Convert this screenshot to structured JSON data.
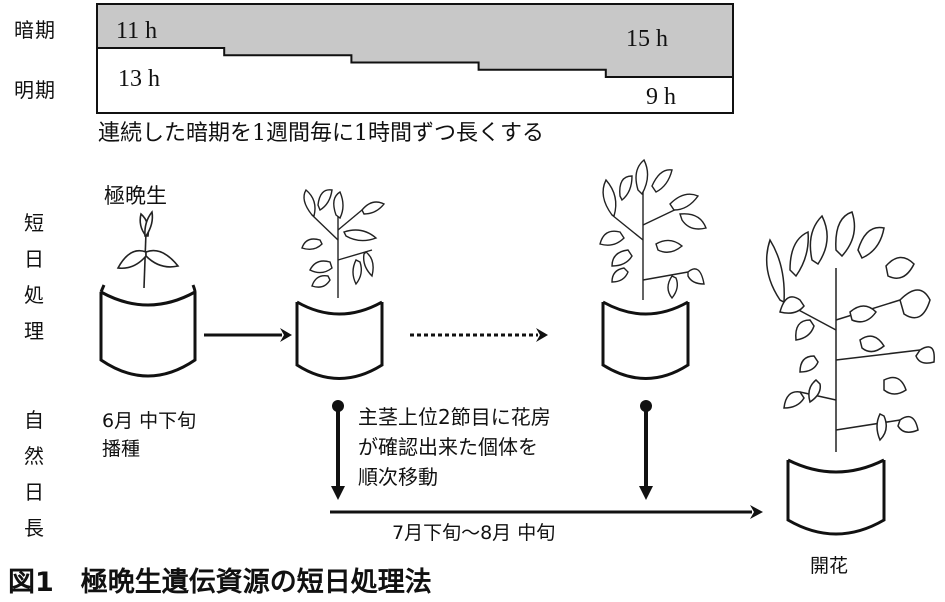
{
  "photoperiod": {
    "dark_label": "暗期",
    "light_label": "明期",
    "dark_start": "11 h",
    "dark_end": "15 h",
    "light_start": "13 h",
    "light_end": "9 h",
    "dark_hours_by_week": [
      11,
      12,
      13,
      14,
      15
    ],
    "colors": {
      "dark": "#c8c8c8",
      "light": "#ffffff",
      "border": "#111111"
    },
    "note": "連続した暗期を1週間毎に1時間ずつ長くする"
  },
  "side_labels": {
    "short_day": [
      "短",
      "日",
      "処",
      "理"
    ],
    "natural_day": [
      "自",
      "然",
      "日",
      "長"
    ]
  },
  "stages": {
    "variety_label": "極晩生",
    "sowing_date": "6月 中下旬",
    "sowing_label": "播種",
    "transfer_note": [
      "主茎上位2節目に花房",
      "が確認出来た個体を",
      "順次移動"
    ],
    "transfer_period": "7月下旬〜8月 中旬",
    "flowering_label": "開花"
  },
  "figure": {
    "title": "図1　極晩生遺伝資源の短日処理法"
  }
}
